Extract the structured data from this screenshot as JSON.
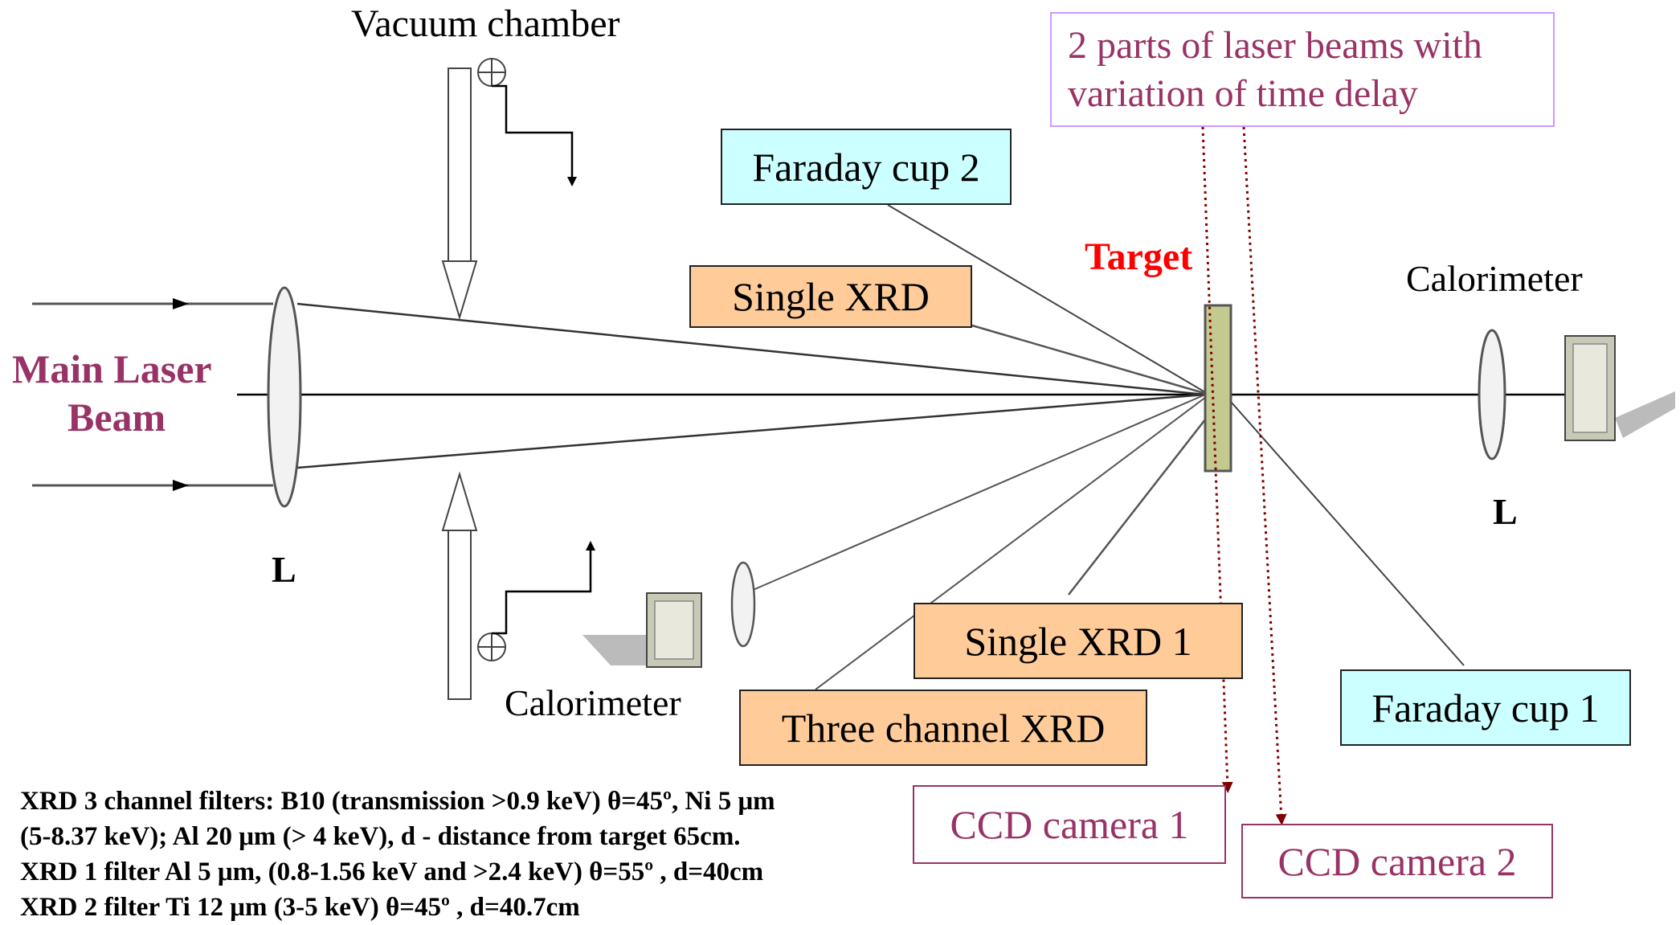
{
  "labels": {
    "vacuum_chamber": "Vacuum chamber",
    "main_laser_line1": "Main Laser",
    "main_laser_line2": "Beam",
    "lens_left": "L",
    "lens_right": "L",
    "target": "Target",
    "calorimeter_right": "Calorimeter",
    "calorimeter_left": "Calorimeter"
  },
  "boxes": {
    "laser_parts": [
      "2 parts of laser beams with",
      "variation of time delay"
    ],
    "faraday_cup_2": "Faraday cup 2",
    "single_xrd": "Single XRD",
    "single_xrd_1": "Single XRD 1",
    "three_channel_xrd": "Three channel XRD",
    "faraday_cup_1": "Faraday cup 1",
    "ccd_camera_1": "CCD camera 1",
    "ccd_camera_2": "CCD camera 2"
  },
  "notes": [
    "XRD 3 channel filters: B10 (transmission >0.9 keV) θ=45º, Ni 5 μm",
    "(5-8.37 keV); Al 20 μm (> 4 keV), d - distance from target 65cm.",
    "XRD 1 filter Al 5 μm, (0.8-1.56 keV and >2.4 keV) θ=55º , d=40cm",
    "XRD 2 filter Ti 12 μm (3-5 keV) θ=45º , d=40.7cm"
  ],
  "colors": {
    "main_laser": "#993366",
    "target_label": "#ff0000",
    "cyan_box": "#ccffff",
    "orange_box": "#ffcc99",
    "magenta_text": "#993366",
    "dotted_beam": "#800000",
    "target_fill": "#c4c98f",
    "lavender_border": "#cc99ff"
  }
}
